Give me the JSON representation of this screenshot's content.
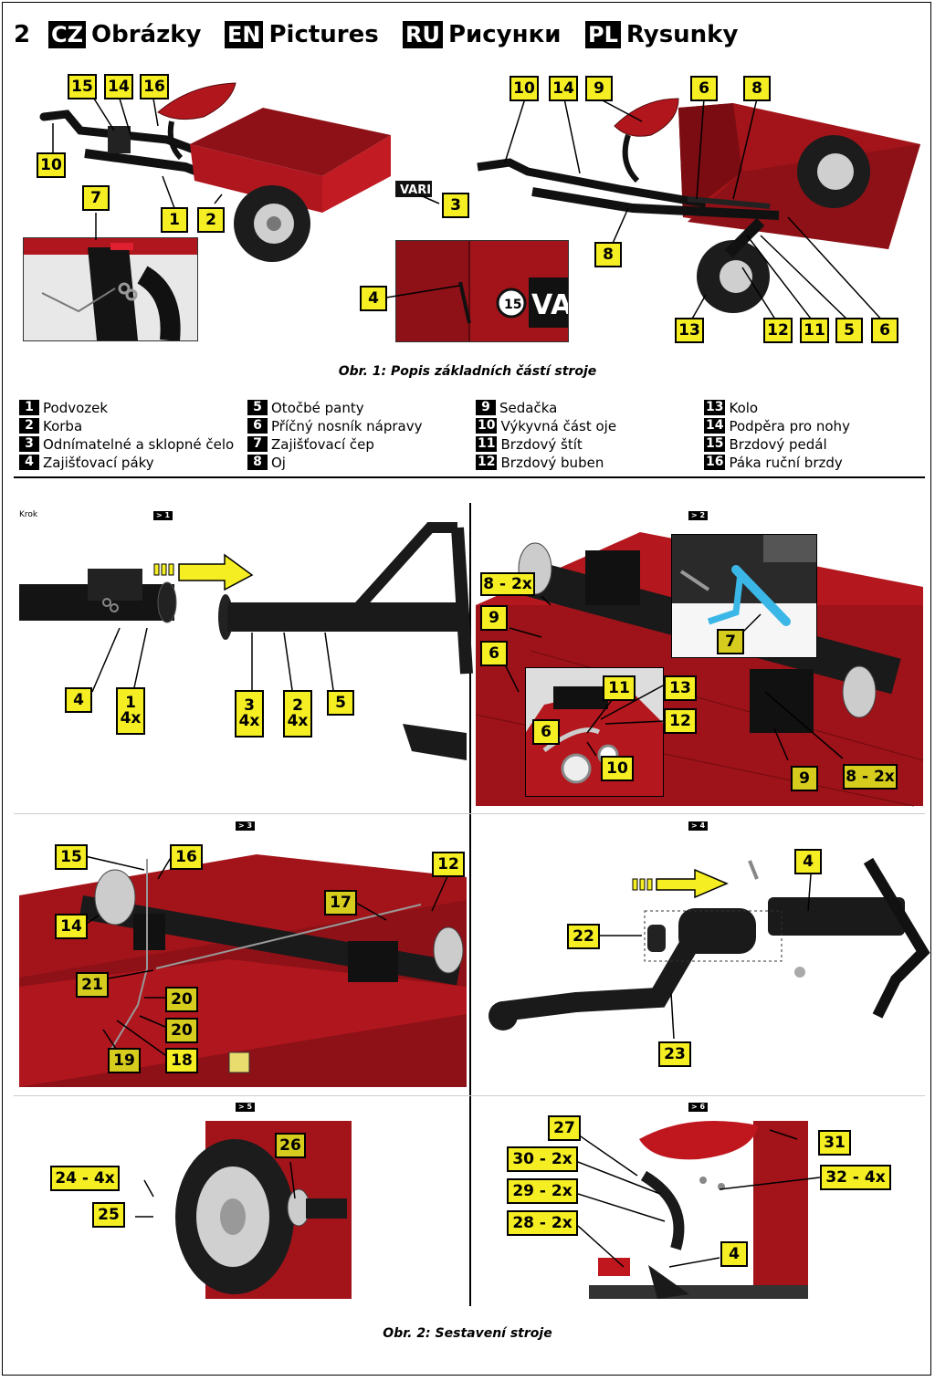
{
  "header": {
    "number": "2",
    "languages": [
      {
        "code": "CZ",
        "title": "Obrázky"
      },
      {
        "code": "EN",
        "title": "Pictures"
      },
      {
        "code": "RU",
        "title": "Рисунки"
      },
      {
        "code": "PL",
        "title": "Rysunky"
      }
    ]
  },
  "figure1": {
    "caption": "Obr. 1: Popis základních částí stroje",
    "callouts_left": [
      "15",
      "14",
      "16",
      "10",
      "7",
      "1",
      "2",
      "3",
      "4"
    ],
    "callouts_right": [
      "10",
      "14",
      "9",
      "6",
      "8",
      "8",
      "13",
      "12",
      "11",
      "5",
      "6"
    ],
    "brand_text": "VARI",
    "speed_badge": "15"
  },
  "legend": [
    [
      {
        "n": "1",
        "t": "Podvozek"
      },
      {
        "n": "2",
        "t": "Korba"
      },
      {
        "n": "3",
        "t": "Odnímatelné a sklopné čelo"
      },
      {
        "n": "4",
        "t": "Zajišťovací páky"
      }
    ],
    [
      {
        "n": "5",
        "t": "Otočbé panty"
      },
      {
        "n": "6",
        "t": "Příčný nosník nápravy"
      },
      {
        "n": "7",
        "t": "Zajišťovací čep"
      },
      {
        "n": "8",
        "t": "Oj"
      }
    ],
    [
      {
        "n": "9",
        "t": "Sedačka"
      },
      {
        "n": "10",
        "t": "Výkyvná část oje"
      },
      {
        "n": "11",
        "t": "Brzdový štít"
      },
      {
        "n": "12",
        "t": "Brzdový buben"
      }
    ],
    [
      {
        "n": "13",
        "t": "Kolo"
      },
      {
        "n": "14",
        "t": "Podpěra pro nohy"
      },
      {
        "n": "15",
        "t": "Brzdový pedál"
      },
      {
        "n": "16",
        "t": "Páka ruční brzdy"
      }
    ]
  ],
  "steps": {
    "krok_label": "Krok",
    "s1": {
      "tag": "> 1",
      "labels": {
        "a": "4",
        "b": "1\n4x",
        "c": "3\n4x",
        "d": "2\n4x",
        "e": "5"
      }
    },
    "s2": {
      "tag": "> 2",
      "labels": {
        "a": "8 - 2x",
        "b": "9",
        "c": "6",
        "d": "7",
        "e": "11",
        "f": "13",
        "g": "12",
        "h": "6",
        "i": "10",
        "j": "9",
        "k": "8 - 2x"
      }
    },
    "s3": {
      "tag": "> 3",
      "labels": {
        "a": "15",
        "b": "16",
        "c": "12",
        "d": "17",
        "e": "14",
        "f": "21",
        "g": "20",
        "h": "20",
        "i": "19",
        "j": "18"
      }
    },
    "s4": {
      "tag": "> 4",
      "labels": {
        "a": "4",
        "b": "22",
        "c": "23"
      }
    },
    "s5": {
      "tag": "> 5",
      "labels": {
        "a": "26",
        "b": "24 - 4x",
        "c": "25"
      }
    },
    "s6": {
      "tag": "> 6",
      "labels": {
        "a": "27",
        "b": "31",
        "c": "30 - 2x",
        "d": "32 - 4x",
        "e": "29 - 2x",
        "f": "28 - 2x",
        "g": "4"
      }
    }
  },
  "figure2": {
    "caption": "Obr. 2: Sestavení stroje"
  },
  "colors": {
    "trailer_red": "#a3141a",
    "dark_red": "#6e0b0f",
    "callout_yellow": "#f4ee22",
    "chassis_black": "#1a1a1a",
    "pin_blue": "#3ab7e6"
  }
}
